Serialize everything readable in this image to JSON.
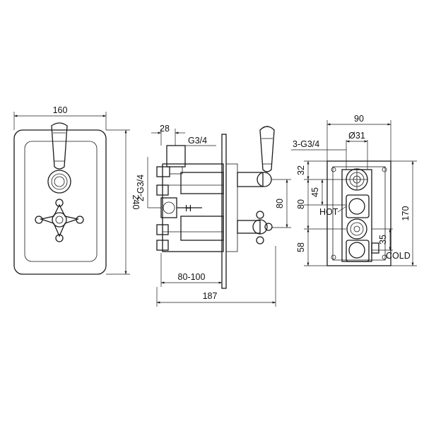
{
  "front_view": {
    "width_label": "160",
    "height_label": "240"
  },
  "side_view": {
    "dim_28": "28",
    "thread_outlet": "G3/4",
    "thread_inlets": "2-G3/4",
    "hot_mark": "H",
    "dim_80": "80",
    "dim_80_100": "80-100",
    "dim_187": "187"
  },
  "rear_view": {
    "width_label": "90",
    "diameter_label": "Ø31",
    "thread_label": "3-G3/4",
    "dim_32": "32",
    "dim_45": "45",
    "dim_80": "80",
    "dim_58": "58",
    "dim_35": "35",
    "dim_170": "170",
    "hot_label": "HOT",
    "cold_label": "COLD"
  }
}
